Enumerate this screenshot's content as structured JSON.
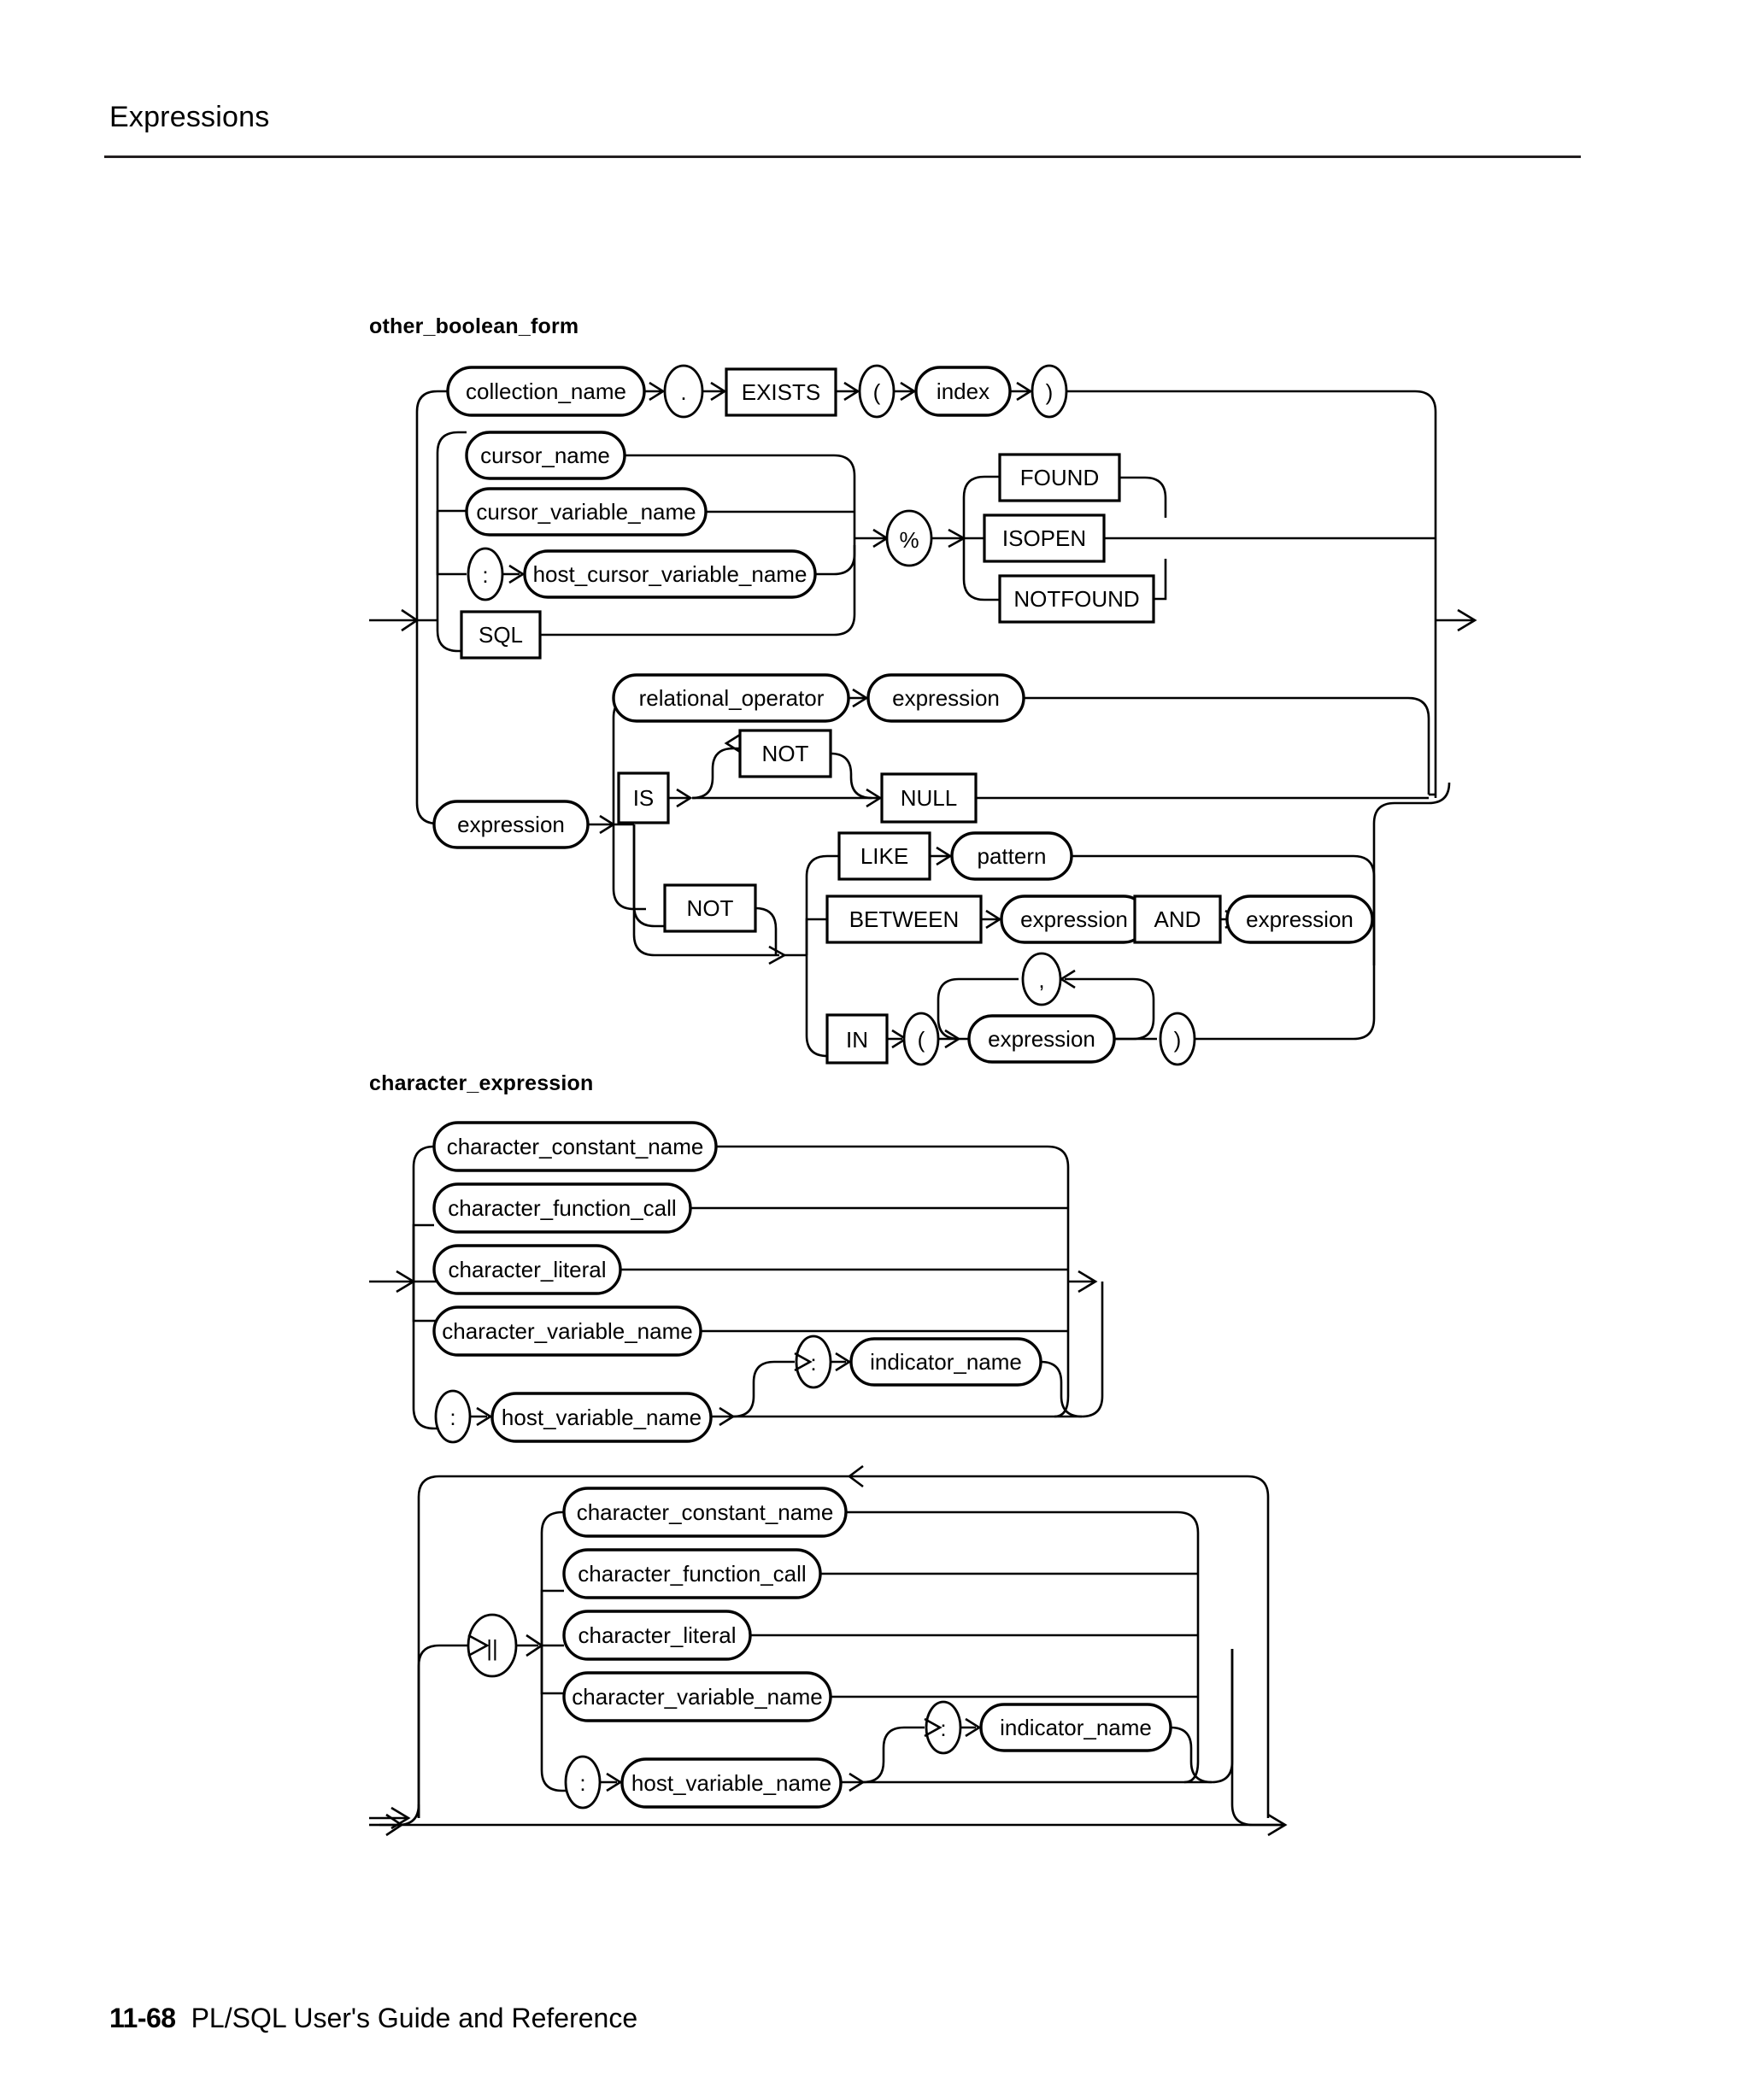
{
  "header": {
    "title": "Expressions"
  },
  "footer": {
    "page_number": "11-68",
    "book_title": "PL/SQL User's Guide and Reference"
  },
  "diagrams": [
    {
      "name": "other_boolean_form",
      "label": "other_boolean_form",
      "nodes": {
        "collection_name": "collection_name",
        "dot": ".",
        "exists": "EXISTS",
        "lparen": "(",
        "index": "index",
        "rparen": ")",
        "cursor_name": "cursor_name",
        "cursor_variable_name": "cursor_variable_name",
        "colon": ":",
        "host_cursor_variable_name": "host_cursor_variable_name",
        "sql": "SQL",
        "percent": "%",
        "found": "FOUND",
        "isopen": "ISOPEN",
        "notfound": "NOTFOUND",
        "expression": "expression",
        "relational_operator": "relational_operator",
        "expression2": "expression",
        "is": "IS",
        "not": "NOT",
        "null": "NULL",
        "not2": "NOT",
        "like": "LIKE",
        "pattern": "pattern",
        "between": "BETWEEN",
        "expr_b1": "expression",
        "and": "AND",
        "expr_b2": "expression",
        "in": "IN",
        "in_lparen": "(",
        "expr_in": "expression",
        "comma": ",",
        "in_rparen": ")"
      }
    },
    {
      "name": "character_expression",
      "label": "character_expression",
      "nodes": {
        "character_constant_name": "character_constant_name",
        "character_function_call": "character_function_call",
        "character_literal": "character_literal",
        "character_variable_name": "character_variable_name",
        "colon": ":",
        "host_variable_name": "host_variable_name",
        "colon2": ":",
        "indicator_name": "indicator_name"
      }
    },
    {
      "name": "character_expression_concat",
      "label": "",
      "nodes": {
        "concat": "||",
        "character_constant_name": "character_constant_name",
        "character_function_call": "character_function_call",
        "character_literal": "character_literal",
        "character_variable_name": "character_variable_name",
        "colon": ":",
        "host_variable_name": "host_variable_name",
        "colon2": ":",
        "indicator_name": "indicator_name"
      }
    }
  ]
}
